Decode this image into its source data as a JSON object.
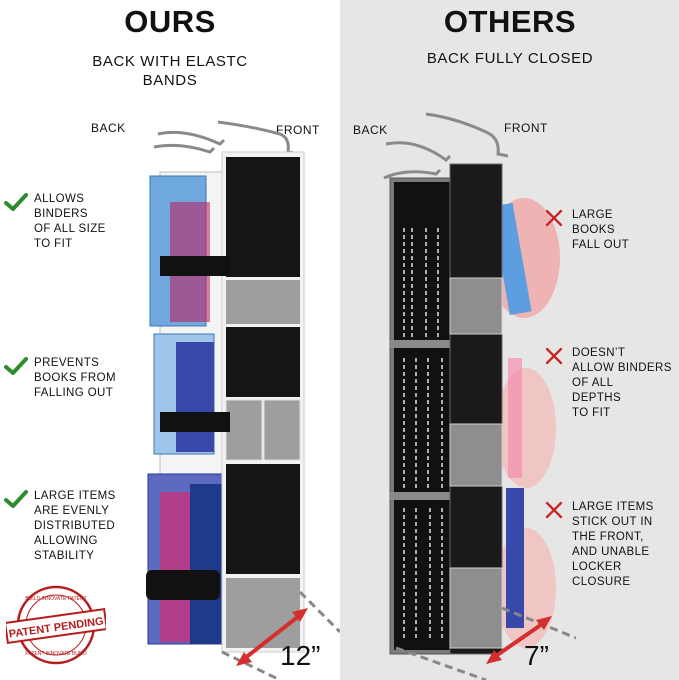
{
  "ours": {
    "title": "OURS",
    "subtitle_line1": "BACK WITH ELASTC",
    "subtitle_line2": "BANDS",
    "back_label": "BACK",
    "front_label": "FRONT",
    "features": [
      {
        "line1": "ALLOWS",
        "line2": "BINDERS",
        "line3": "OF ALL SIZE",
        "line4": "TO FIT"
      },
      {
        "line1": "PREVENTS",
        "line2": "BOOKS FROM",
        "line3": "FALLING OUT",
        "line4": ""
      },
      {
        "line1": "LARGE ITEMS",
        "line2": "ARE EVENLY",
        "line3": "DISTRIBUTED",
        "line4": "ALLOWING",
        "line5": "STABILITY"
      }
    ],
    "width_label": "12”",
    "badge": {
      "main": "PATENT PENDING",
      "ring_top": "BUILD INNOVATE PATENT",
      "ring_bottom": "PATENT INNOVATE BUILD"
    }
  },
  "others": {
    "title": "OTHERS",
    "subtitle": "BACK FULLY CLOSED",
    "back_label": "BACK",
    "front_label": "FRONT",
    "issues": [
      {
        "line1": "LARGE",
        "line2": "BOOKS",
        "line3": "FALL OUT"
      },
      {
        "line1": "DOESN’T",
        "line2": "ALLOW BINDERS",
        "line3": "OF ALL",
        "line4": "DEPTHS",
        "line5": "TO FIT"
      },
      {
        "line1": "LARGE ITEMS",
        "line2": "STICK OUT IN",
        "line3": "THE FRONT,",
        "line4": "AND UNABLE",
        "line5": "LOCKER",
        "line6": "CLOSURE"
      }
    ],
    "width_label": "7”"
  },
  "colors": {
    "check_green": "#2e8b2e",
    "cross_red": "#c62828",
    "arrow_red": "#d32f2f",
    "fabric_black": "#151515",
    "mesh_gray": "#9e9e9e",
    "trim_white": "#f2f2f2",
    "others_bg": "#e6e6e6"
  },
  "icons": {
    "check": "check-icon",
    "cross": "cross-icon",
    "seal": "patent-seal-icon"
  }
}
